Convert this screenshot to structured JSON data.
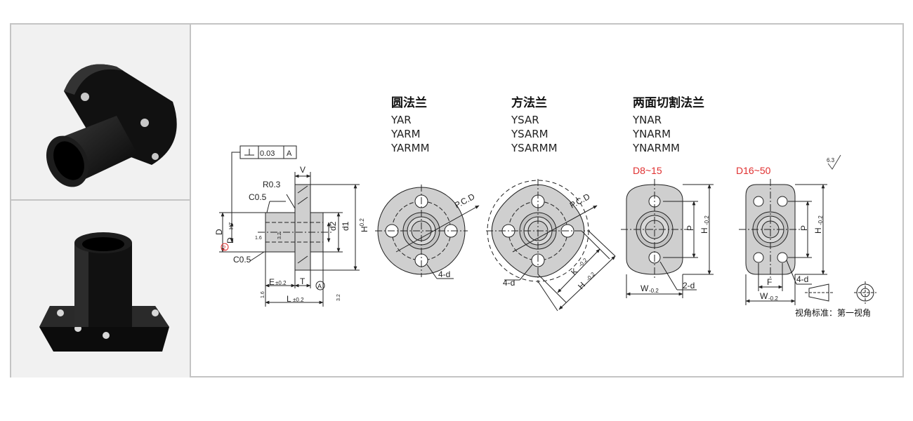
{
  "types": [
    {
      "heading": "圆法兰",
      "models": [
        "YAR",
        "YARM",
        "YARMM"
      ]
    },
    {
      "heading": "方法兰",
      "models": [
        "YSAR",
        "YSARM",
        "YSARMM"
      ]
    },
    {
      "heading": "两面切割法兰",
      "models": [
        "YNAR",
        "YNARM",
        "YNARMM"
      ]
    }
  ],
  "size_ranges": [
    "D8~15",
    "D16~50"
  ],
  "roughness_general": "6.3",
  "view_standard": "视角标准：第一视角",
  "side_view": {
    "tolerance_value": "0.03",
    "datum": "A",
    "labels": {
      "v": "V",
      "r": "R0.3",
      "c1": "C0.5",
      "c2": "C0.5",
      "d1_left": "D",
      "d_h7": "D",
      "h7": "H7",
      "circle2": "2",
      "d2": "d2",
      "d1": "d1",
      "h": "H",
      "h_tol": "-0.2",
      "e": "E",
      "e_tol": "±0.2",
      "t": "T",
      "a": "A",
      "l": "L",
      "l_tol": "±0.2",
      "r16a": "1.6",
      "r16b": "1.6",
      "r32a": "3.2",
      "r32b": "3.2"
    }
  },
  "round_view": {
    "pcd": "P.C.D",
    "holes": "4-d"
  },
  "square_view": {
    "pcd": "P.C.D",
    "holes": "4-d",
    "k": "K",
    "h": "H",
    "tol": "-0.2"
  },
  "cut_small": {
    "p": "P",
    "h": "H",
    "w": "W",
    "holes": "2-d",
    "tol": "-0.2"
  },
  "cut_large": {
    "p": "P",
    "h": "H",
    "w": "W",
    "f": "F",
    "holes": "4-d",
    "tol": "-0.2"
  },
  "colors": {
    "accent_red": "#e03030",
    "part_fill": "#cfcfcf",
    "line": "#222222",
    "border": "#c4c4c4"
  }
}
